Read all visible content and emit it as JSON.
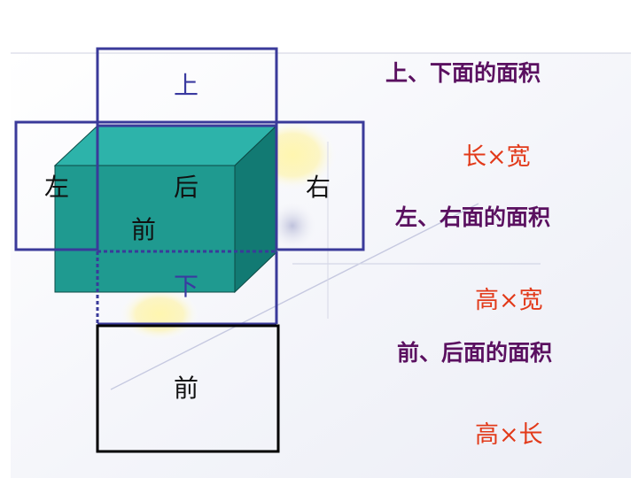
{
  "net": {
    "top": "上",
    "left": "左",
    "back": "后",
    "right": "右",
    "front_on_box": "前",
    "bottom": "下",
    "front": "前"
  },
  "formulas": [
    {
      "heading": "上、下面的面积",
      "formula": "长×宽"
    },
    {
      "heading": "左、右面的面积",
      "formula": "高×宽"
    },
    {
      "heading": "前、后面的面积",
      "formula": "高×长"
    }
  ],
  "colors": {
    "net_line": "#3a3a9a",
    "box_face": "#1f9a90",
    "box_top": "#2db3aa",
    "box_side": "#127a73",
    "bottom_face_line": "#000000",
    "heading": "#5a1060",
    "formula": "#e23a1a",
    "label_dark": "#111111",
    "label_blue": "#3a3aa0"
  }
}
